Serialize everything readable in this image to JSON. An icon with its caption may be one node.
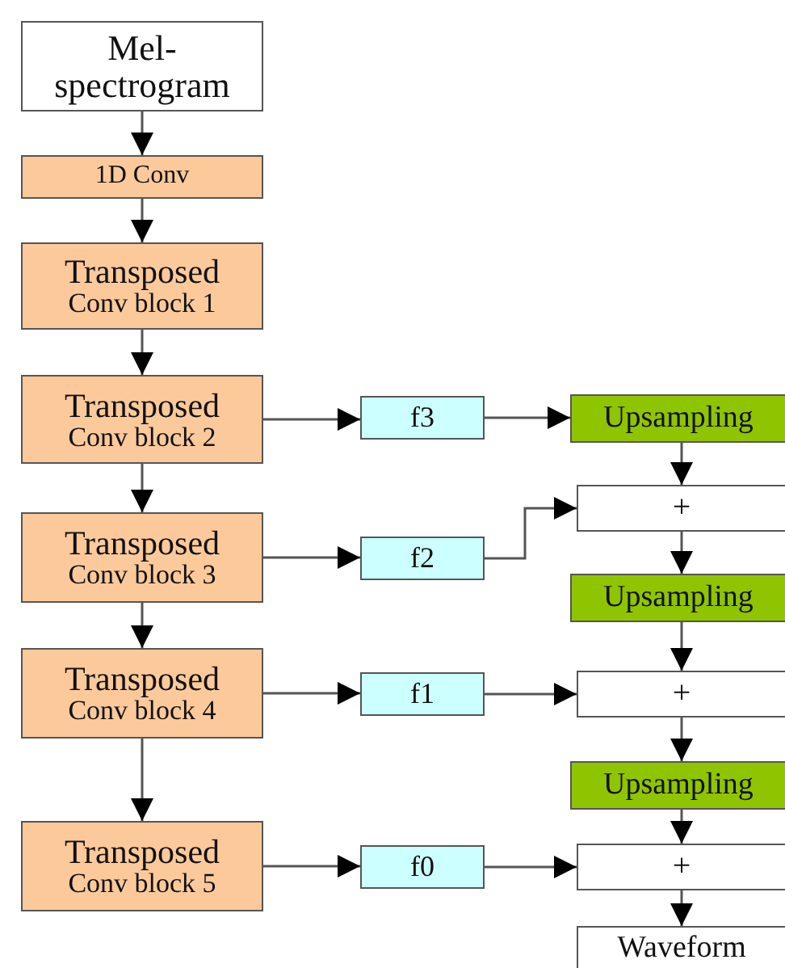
{
  "diagram": {
    "nodes": [
      {
        "text": [
          "Mel-spectrogram"
        ]
      },
      {
        "text": [
          "1D Conv"
        ]
      },
      {
        "text": [
          "Transposed",
          "Conv block 1"
        ]
      },
      {
        "text": [
          "Transposed",
          "Conv block 2"
        ]
      },
      {
        "text": [
          "Transposed",
          "Conv block 3"
        ]
      },
      {
        "text": [
          "Transposed",
          "Conv block 4"
        ]
      },
      {
        "text": [
          "Transposed",
          "Conv block 5"
        ]
      },
      {
        "text": [
          "f3"
        ]
      },
      {
        "text": [
          "f2"
        ]
      },
      {
        "text": [
          "f1"
        ]
      },
      {
        "text": [
          "f0"
        ]
      },
      {
        "text": [
          "Upsampling"
        ]
      },
      {
        "text": [
          "+"
        ]
      },
      {
        "text": [
          "Upsampling"
        ]
      },
      {
        "text": [
          "+"
        ]
      },
      {
        "text": [
          "Upsampling"
        ]
      },
      {
        "text": [
          "+"
        ]
      },
      {
        "text": [
          "Waveform"
        ]
      }
    ],
    "edges": [
      {
        "from": 0,
        "to": 1,
        "arrow": "to"
      },
      {
        "from": 1,
        "to": 2,
        "arrow": "to"
      },
      {
        "from": 2,
        "to": 3,
        "arrow": "to"
      },
      {
        "from": 3,
        "to": 4,
        "arrow": "to"
      },
      {
        "from": 4,
        "to": 5,
        "arrow": "to"
      },
      {
        "from": 5,
        "to": 6,
        "arrow": "to"
      },
      {
        "from": 3,
        "to": 7,
        "arrow": "to"
      },
      {
        "from": 4,
        "to": 8,
        "arrow": "to"
      },
      {
        "from": 5,
        "to": 9,
        "arrow": "to"
      },
      {
        "from": 6,
        "to": 10,
        "arrow": "to"
      },
      {
        "from": 7,
        "to": 11,
        "arrow": "to"
      },
      {
        "from": 11,
        "to": 12,
        "arrow": "to"
      },
      {
        "from": 8,
        "to": 12,
        "arrow": "to"
      },
      {
        "from": 12,
        "to": 13,
        "arrow": "to"
      },
      {
        "from": 13,
        "to": 14,
        "arrow": "to"
      },
      {
        "from": 9,
        "to": 14,
        "arrow": "to"
      },
      {
        "from": 14,
        "to": 15,
        "arrow": "to"
      },
      {
        "from": 15,
        "to": 16,
        "arrow": "to"
      },
      {
        "from": 10,
        "to": 16,
        "arrow": "to"
      },
      {
        "from": 16,
        "to": 17,
        "arrow": "to"
      }
    ]
  }
}
